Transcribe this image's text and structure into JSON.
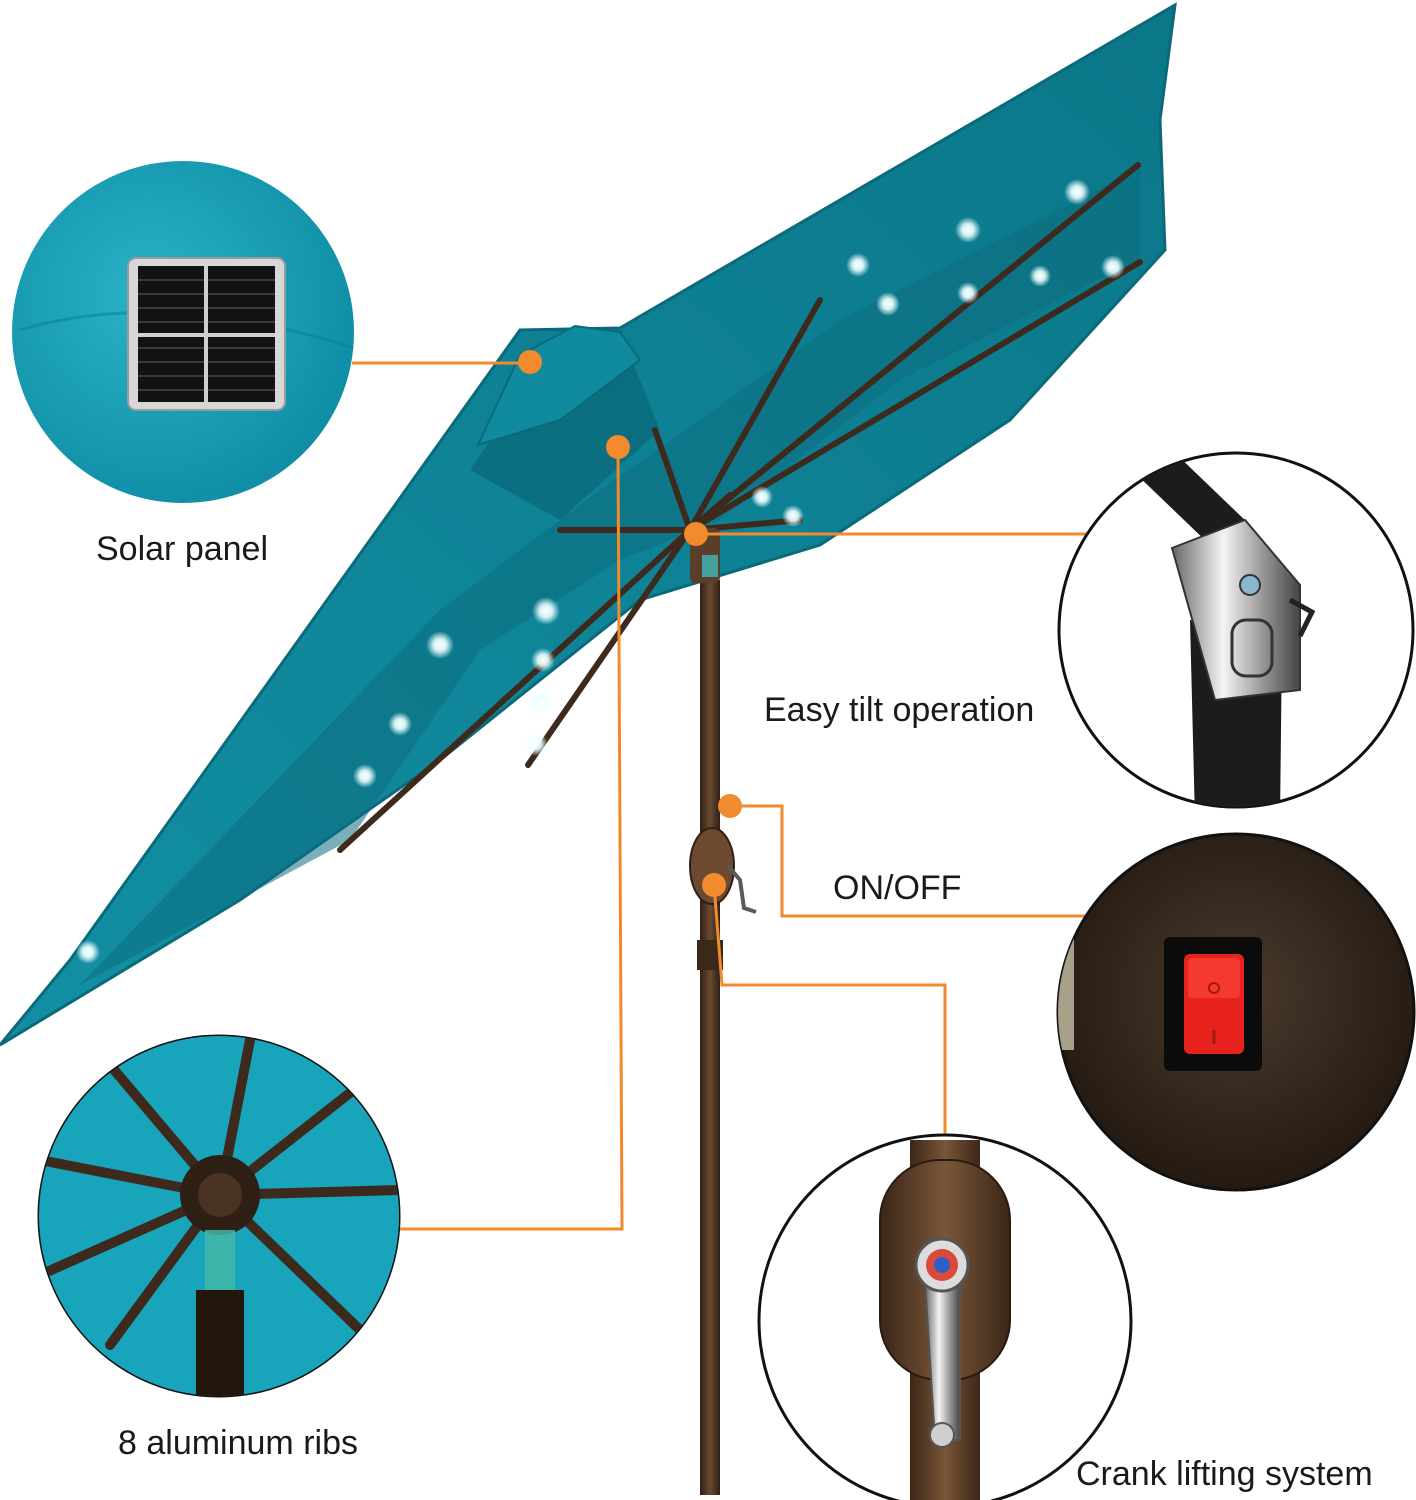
{
  "labels": {
    "solar_panel": "Solar panel",
    "easy_tilt": "Easy tilt operation",
    "on_off": "ON/OFF",
    "ribs": "8 aluminum ribs",
    "crank": "Crank lifting system"
  },
  "colors": {
    "canopy": "#0f8194",
    "canopy_light": "#1aa9c0",
    "pole": "#4a3322",
    "callout": "#f28a2e",
    "led": "#f4ffff",
    "switch": "#e8231d"
  }
}
